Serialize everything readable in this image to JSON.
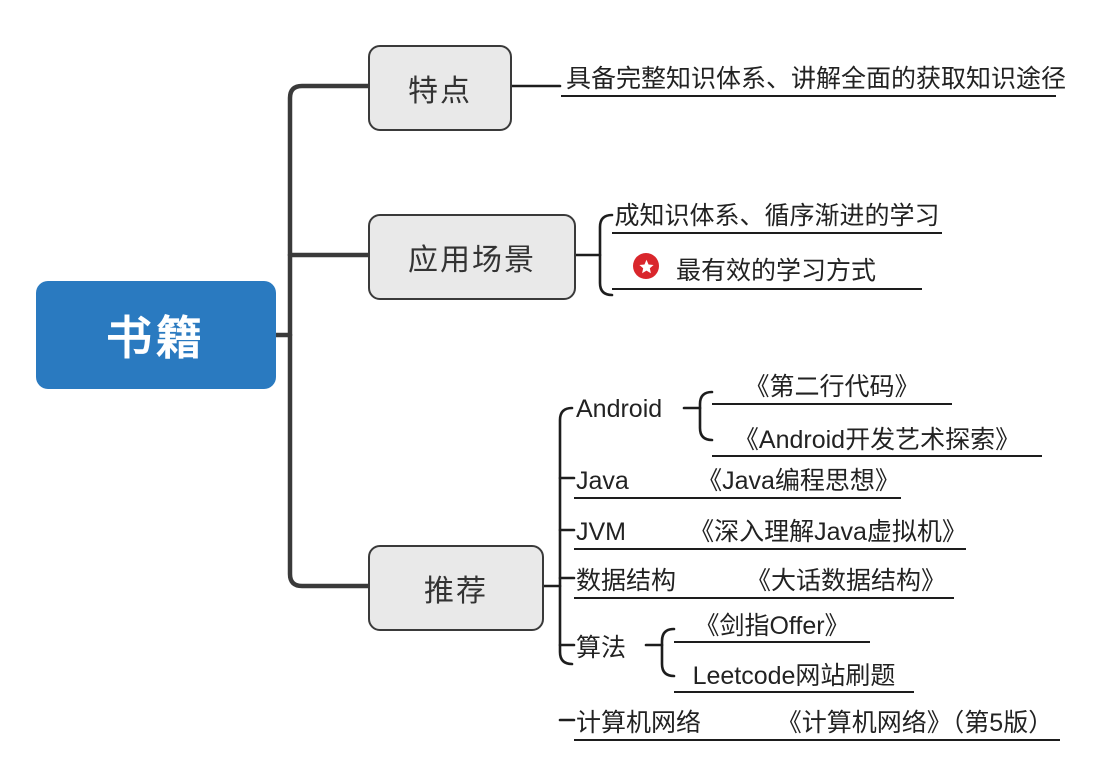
{
  "mindmap": {
    "root": {
      "label": "书籍",
      "color": "#2a7ac0",
      "text_color": "#ffffff"
    },
    "branches": [
      {
        "id": "features",
        "label": "特点",
        "items": [
          {
            "text": "具备完整知识体系、讲解全面的获取知识途径",
            "icon": null
          }
        ]
      },
      {
        "id": "scenarios",
        "label": "应用场景",
        "items": [
          {
            "text": "成知识体系、循序渐进的学习",
            "icon": null
          },
          {
            "text": "最有效的学习方式",
            "icon": "star-icon"
          }
        ]
      },
      {
        "id": "recommend",
        "label": "推荐",
        "items": [
          {
            "text": "Android",
            "children": [
              "《第二行代码》",
              "《Android开发艺术探索》"
            ]
          },
          {
            "text": "Java",
            "children": [
              "《Java编程思想》"
            ]
          },
          {
            "text": "JVM",
            "children": [
              "《深入理解Java虚拟机》"
            ]
          },
          {
            "text": "数据结构",
            "children": [
              "《大话数据结构》"
            ]
          },
          {
            "text": "算法",
            "children": [
              "《剑指Offer》",
              "Leetcode网站刷题"
            ]
          },
          {
            "text": "计算机网络",
            "children": [
              "《计算机网络》（第5版）"
            ]
          }
        ]
      }
    ],
    "colors": {
      "root_fill": "#2a7ac0",
      "node_fill": "#e9e9e9",
      "node_stroke": "#3a3a3a",
      "wire": "#1d1d1d",
      "badge_red": "#d9262c"
    }
  }
}
